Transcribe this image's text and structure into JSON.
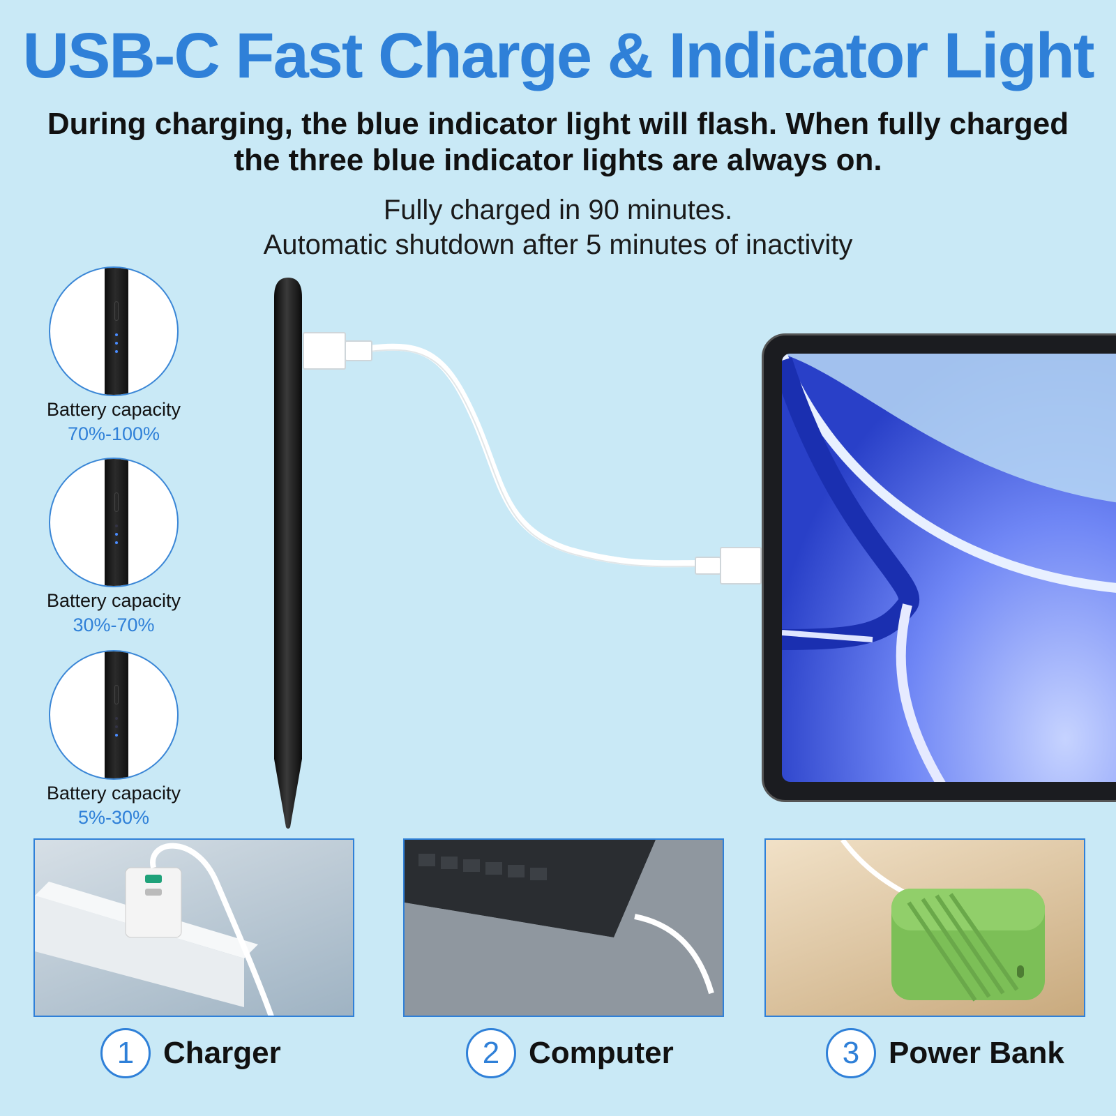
{
  "header": {
    "title": "USB-C Fast Charge & Indicator Light",
    "subtitle_line1": "During charging, the blue indicator light will flash. When fully charged",
    "subtitle_line2": "the three blue indicator lights are always on.",
    "note_line1": "Fully charged in 90 minutes.",
    "note_line2": "Automatic shutdown after 5 minutes of inactivity"
  },
  "indicators": [
    {
      "label": "Battery capacity",
      "range": "70%-100%",
      "lit_leds": 3
    },
    {
      "label": "Battery capacity",
      "range": "30%-70%",
      "lit_leds": 2
    },
    {
      "label": "Battery capacity",
      "range": "5%-30%",
      "lit_leds": 1
    }
  ],
  "sources": [
    {
      "number": "1",
      "label": "Charger"
    },
    {
      "number": "2",
      "label": "Computer"
    },
    {
      "number": "3",
      "label": "Power Bank"
    }
  ],
  "colors": {
    "background": "#c9e9f6",
    "accent": "#2f80d8",
    "led_on": "#4a8cff",
    "led_off": "#334"
  }
}
